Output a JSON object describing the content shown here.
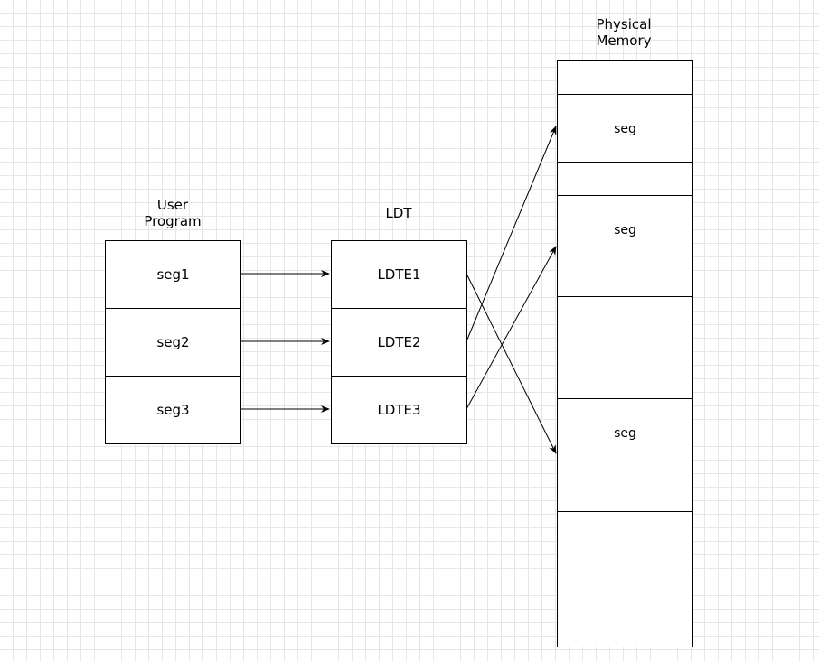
{
  "user_program": {
    "title_line1": "User",
    "title_line2": "Program",
    "segments": [
      "seg1",
      "seg2",
      "seg3"
    ]
  },
  "ldt": {
    "title": "LDT",
    "entries": [
      "LDTE1",
      "LDTE2",
      "LDTE3"
    ]
  },
  "physical_memory": {
    "title_line1": "Physical",
    "title_line2": "Memory",
    "blocks": [
      "",
      "seg",
      "",
      "seg",
      "",
      "seg",
      ""
    ]
  },
  "mappings": [
    {
      "from": "seg1",
      "to": "LDTE1"
    },
    {
      "from": "seg2",
      "to": "LDTE2"
    },
    {
      "from": "seg3",
      "to": "LDTE3"
    },
    {
      "from": "LDTE1",
      "to": "physical_memory.blocks.5"
    },
    {
      "from": "LDTE2",
      "to": "physical_memory.blocks.1"
    },
    {
      "from": "LDTE3",
      "to": "physical_memory.blocks.3"
    }
  ]
}
